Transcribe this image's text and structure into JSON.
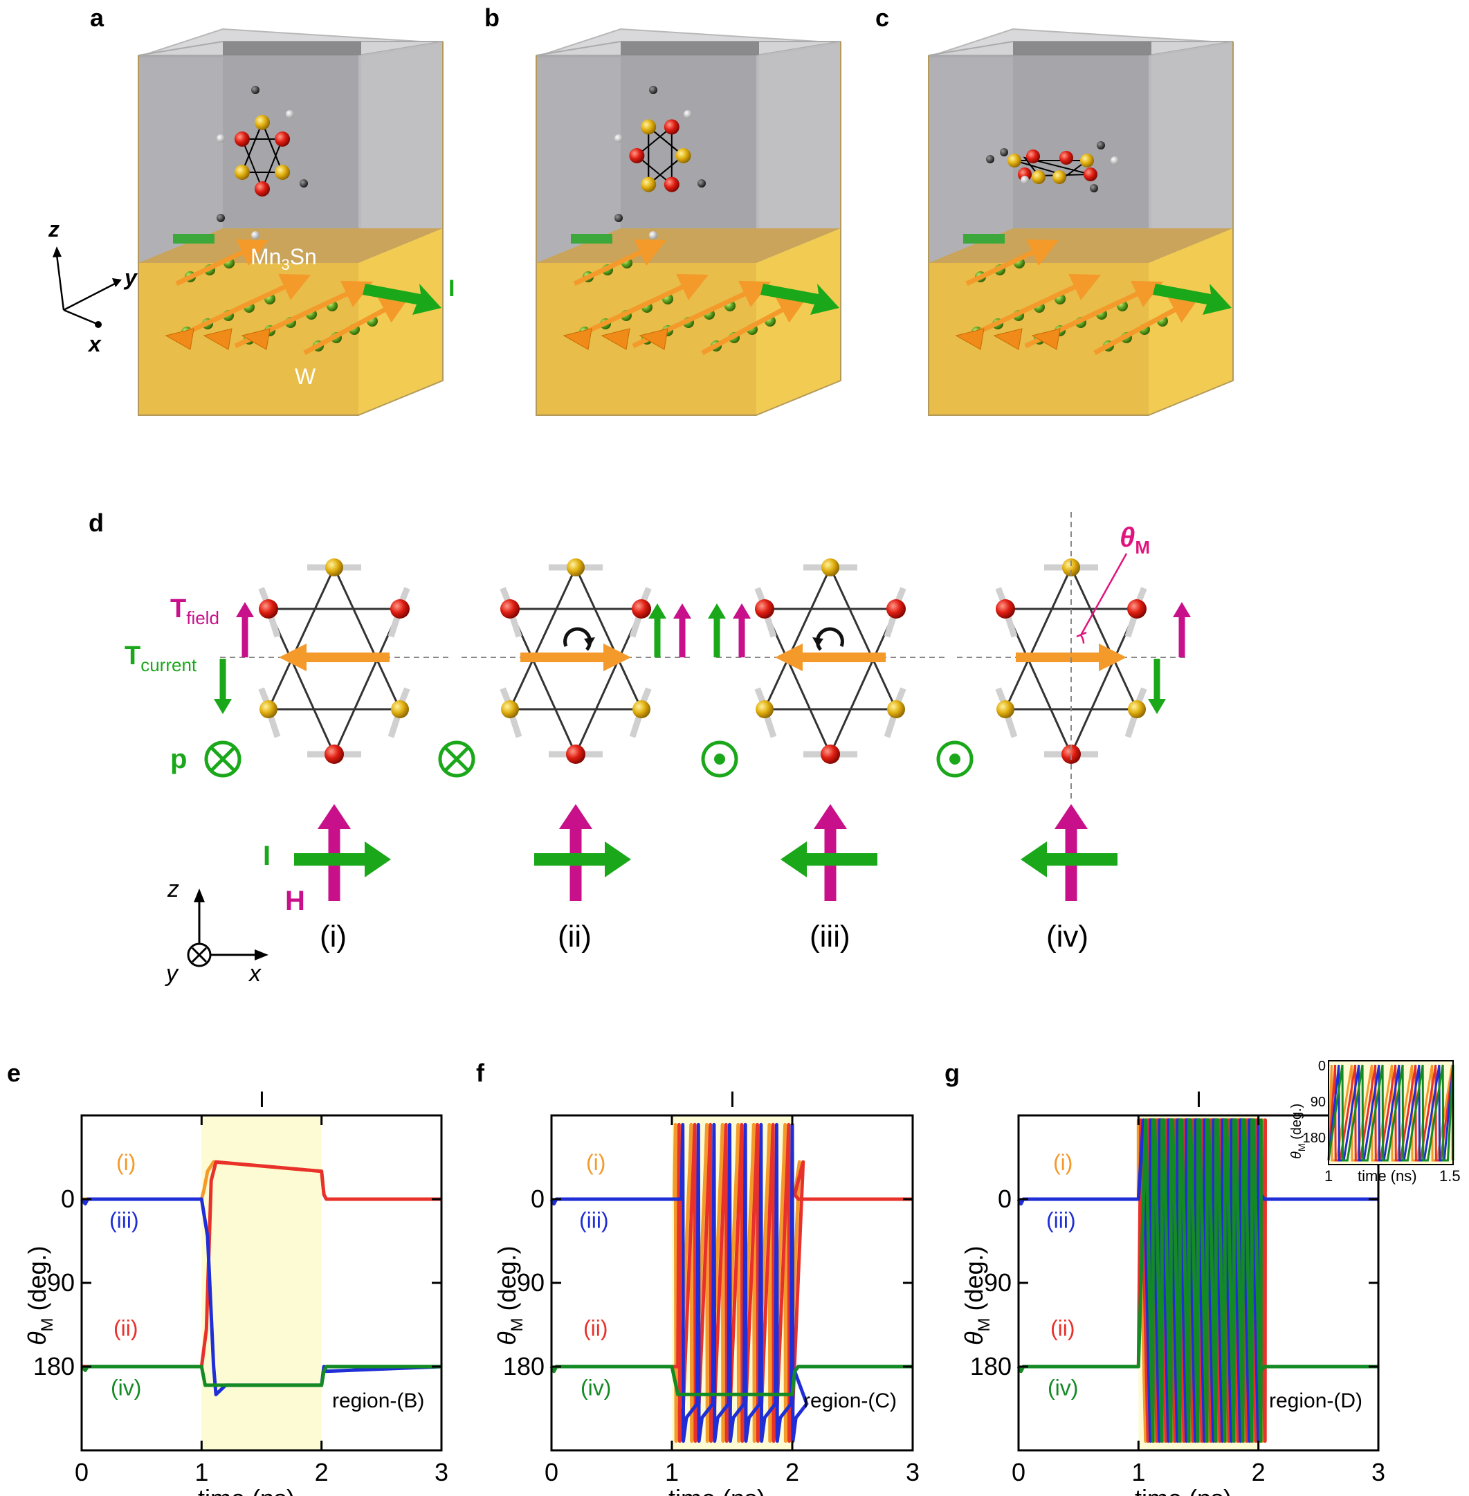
{
  "panel_labels": [
    "a",
    "b",
    "c",
    "d",
    "e",
    "f",
    "g"
  ],
  "panel_a": {
    "axis_z": "z",
    "axis_y": "y",
    "axis_x": "x",
    "layer_top": "Mn",
    "layer_top_sub": "3",
    "layer_top_suffix": "Sn",
    "layer_bottom": "W",
    "current": "I"
  },
  "panel_d": {
    "theta_label": "θ",
    "theta_sub": "M",
    "t_field": "T",
    "t_field_sub": "field",
    "t_current": "T",
    "t_current_sub": "current",
    "p_label": "p",
    "i_label": "I",
    "h_label": "H",
    "cases": [
      "(i)",
      "(ii)",
      "(iii)",
      "(iv)"
    ],
    "axis_z": "z",
    "axis_y": "y",
    "axis_x": "x"
  },
  "colors": {
    "orange": "#f39a2b",
    "red": "#e8312a",
    "blue": "#1f2ed6",
    "green": "#148a24",
    "magenta": "#c8108a",
    "bright_green": "#1aa81a",
    "pulse_bg": "#fdfbd3"
  },
  "chart_data": [
    {
      "panel": "e",
      "type": "line",
      "xlabel": "time (ns)",
      "ylabel": "θ",
      "ylabel_sub": "M",
      "ylabel_unit": "(deg.)",
      "xlim": [
        0,
        3
      ],
      "x_ticks": [
        0,
        1,
        2,
        3
      ],
      "y_ticks": [
        0,
        90,
        180
      ],
      "ylim": [
        -90,
        270
      ],
      "y_inverted": true,
      "pulse": [
        1,
        2
      ],
      "pulse_label": "I",
      "region_label": "region-(B)",
      "series_labels": [
        "(i)",
        "(iii)",
        "(ii)",
        "(iv)"
      ],
      "series": [
        {
          "color": "orange",
          "x": [
            0,
            1,
            1.02,
            1.05,
            1.1,
            2,
            2.02,
            2.04,
            3
          ],
          "y": [
            0,
            0,
            -10,
            -30,
            -40,
            -30,
            -5,
            0,
            0
          ]
        },
        {
          "color": "red",
          "x": [
            0,
            1,
            1.04,
            1.08,
            1.12,
            2,
            2.02,
            2.04,
            3
          ],
          "y": [
            180,
            180,
            140,
            -20,
            -40,
            -30,
            -5,
            0,
            0
          ]
        },
        {
          "color": "blue",
          "x": [
            0,
            0.03,
            0.05,
            1,
            1.05,
            1.1,
            1.12,
            1.2,
            2,
            2.02,
            2.04,
            3
          ],
          "y": [
            0,
            5,
            0,
            0,
            40,
            180,
            210,
            200,
            200,
            180,
            185,
            180
          ]
        },
        {
          "color": "green",
          "x": [
            0,
            0.03,
            0.05,
            1,
            1.03,
            1.06,
            2,
            2.02,
            2.04,
            3
          ],
          "y": [
            180,
            184,
            180,
            180,
            200,
            200,
            200,
            185,
            180,
            180
          ]
        }
      ]
    },
    {
      "panel": "f",
      "type": "line",
      "xlabel": "time (ns)",
      "ylabel": "θ",
      "ylabel_sub": "M",
      "ylabel_unit": "(deg.)",
      "xlim": [
        0,
        3
      ],
      "x_ticks": [
        0,
        1,
        2,
        3
      ],
      "y_ticks": [
        0,
        90,
        180
      ],
      "ylim": [
        -90,
        270
      ],
      "y_inverted": true,
      "pulse": [
        1,
        2
      ],
      "pulse_label": "I",
      "region_label": "region-(C)",
      "series_labels": [
        "(i)",
        "(iii)",
        "(ii)",
        "(iv)"
      ],
      "oscillation_period": 0.13,
      "series": [
        {
          "color": "orange",
          "base_before": 0,
          "base_after": 0,
          "level": -40,
          "phase": 0.02
        },
        {
          "color": "red",
          "base_before": 180,
          "base_after": 0,
          "level": -40,
          "phase": 0.05
        },
        {
          "color": "blue",
          "base_before": 0,
          "base_after": 180,
          "level": 220,
          "phase": 0.08
        },
        {
          "color": "green",
          "base_before": 180,
          "base_after": 180,
          "level": 210,
          "phase": 0.0,
          "flat": true
        }
      ]
    },
    {
      "panel": "g",
      "type": "line",
      "xlabel": "time (ns)",
      "ylabel": "θ",
      "ylabel_sub": "M",
      "ylabel_unit": "(deg.)",
      "xlim": [
        0,
        3
      ],
      "x_ticks": [
        0,
        1,
        2,
        3
      ],
      "y_ticks": [
        0,
        90,
        180
      ],
      "ylim": [
        -90,
        270
      ],
      "y_inverted": true,
      "pulse": [
        1,
        2
      ],
      "pulse_label": "I",
      "region_label": "region-(D)",
      "series_labels": [
        "(i)",
        "(iii)",
        "(ii)",
        "(iv)"
      ],
      "oscillation_period": 0.075,
      "inset": {
        "xlabel": "time (ns)",
        "ylabel": "θ",
        "ylabel_sub": "M",
        "ylabel_unit": "(deg.)",
        "x_tick_labels": [
          "1",
          "1.5"
        ],
        "xlim": [
          1,
          1.5
        ],
        "y_ticks": [
          0,
          90,
          180
        ]
      },
      "series": [
        {
          "color": "orange",
          "base_before": 0,
          "base_after": 0,
          "phase": 0.0
        },
        {
          "color": "red",
          "base_before": 180,
          "base_after": 180,
          "phase": 0.02
        },
        {
          "color": "blue",
          "base_before": 0,
          "base_after": 0,
          "phase": 0.04
        },
        {
          "color": "green",
          "base_before": 180,
          "base_after": 180,
          "phase": 0.06
        }
      ]
    }
  ]
}
